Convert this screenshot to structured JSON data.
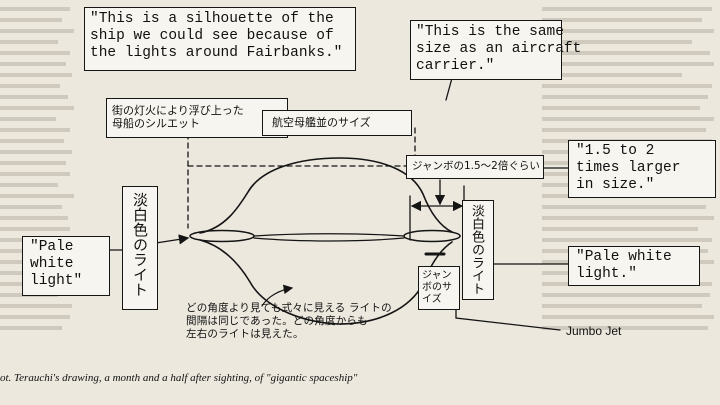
{
  "notes": {
    "silhouette_en": "\"This is a silhouette of the\nship we could see because of\nthe lights around Fairbanks.\"",
    "carrier_en": "\"This is the same\nsize as an aircraft\ncarrier.\"",
    "silhouette_jp": "街の灯火により浮び上った\n母船のシルエット",
    "carrier_jp": "航空母艦並のサイズ",
    "larger_jp": "ジャンボの1.5〜2倍ぐらい",
    "larger_en": "\"1.5 to 2\ntimes larger\nin size.\"",
    "pale_left_jp": "淡白色のライト",
    "pale_left_en": "\"Pale\nwhite\nlight\"",
    "pale_right_jp": "淡白色のライト",
    "pale_right_en": "\"Pale white\nlight.\"",
    "jumbo_size_jp": "ジャンボのサイズ",
    "jumbo_en": "Jumbo Jet",
    "angle_jp": "どの角度より見ても式々に見える ライトの\n間隔は同じであった。どの角度からも\n左右のライトは見えた。"
  },
  "caption": "ot. Terauchi's drawing, a month and a half after sighting, of \"gigantic spaceship\"",
  "colors": {
    "paper": "#ece8de",
    "ink": "#141414",
    "box": "#f7f5ef"
  }
}
